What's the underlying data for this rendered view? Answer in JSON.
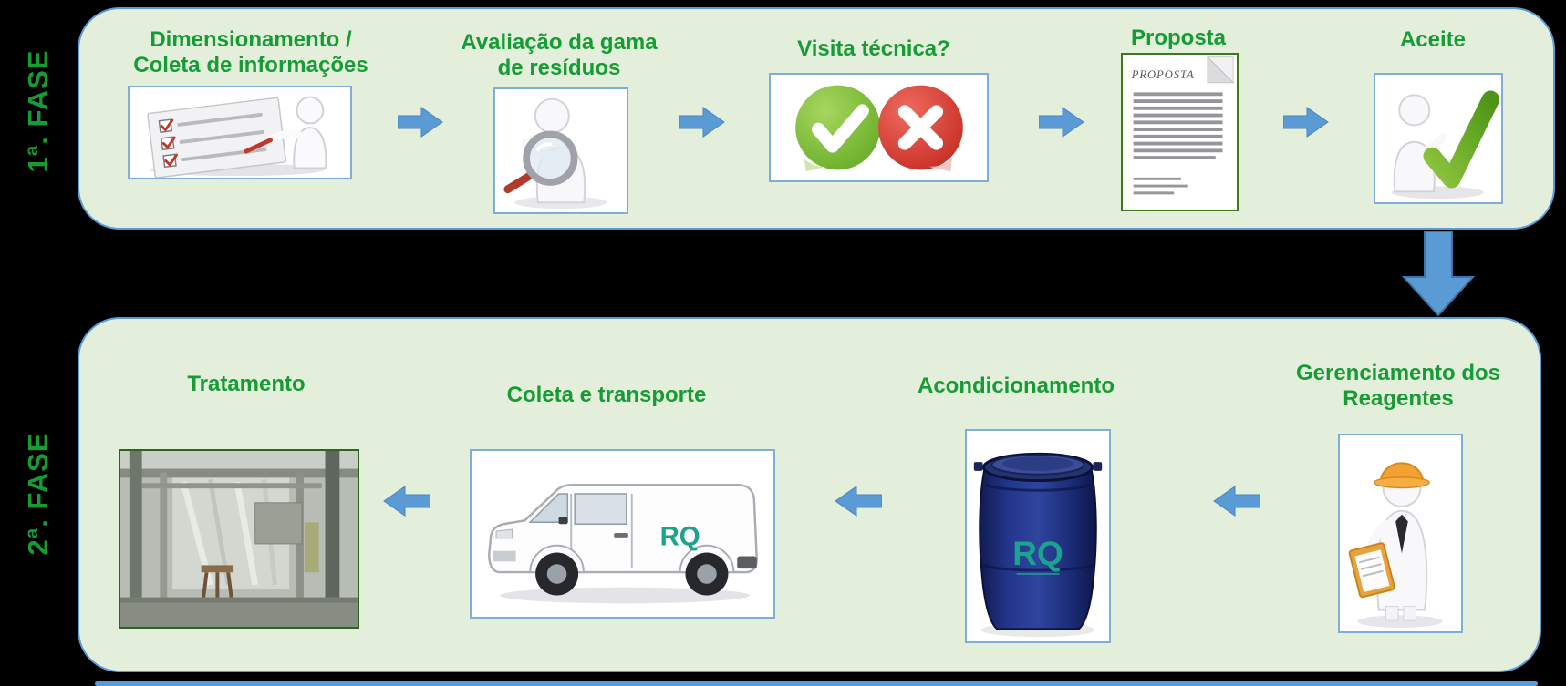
{
  "colors": {
    "background": "#000000",
    "phase_fill": "#e3efda",
    "phase_border": "#5b9bd5",
    "heading_green": "#169c35",
    "arrow_blue": "#5b9bd5",
    "logo_teal": "#1ca38e"
  },
  "phase1": {
    "label": "1ª. FASE",
    "steps": [
      {
        "title": "Dimensionamento / Coleta de informações",
        "image": "checklist-figure"
      },
      {
        "title": "Avaliação da gama de resíduos",
        "image": "magnifier-figure"
      },
      {
        "title": "Visita técnica?",
        "image": "yes-no-badges"
      },
      {
        "title": "Proposta",
        "image": "proposal-document",
        "document_title": "PROPOSTA"
      },
      {
        "title": "Aceite",
        "image": "figure-with-green-check"
      }
    ]
  },
  "phase2": {
    "label": "2ª. FASE",
    "flow_direction": "right-to-left",
    "steps": [
      {
        "title": "Gerenciamento dos Reagentes",
        "image": "worker-with-clipboard"
      },
      {
        "title": "Acondicionamento",
        "image": "blue-drum",
        "logo": "RQ"
      },
      {
        "title": "Coleta e transporte",
        "image": "delivery-van",
        "logo": "RQ"
      },
      {
        "title": "Tratamento",
        "image": "treatment-plant-photo"
      }
    ]
  }
}
